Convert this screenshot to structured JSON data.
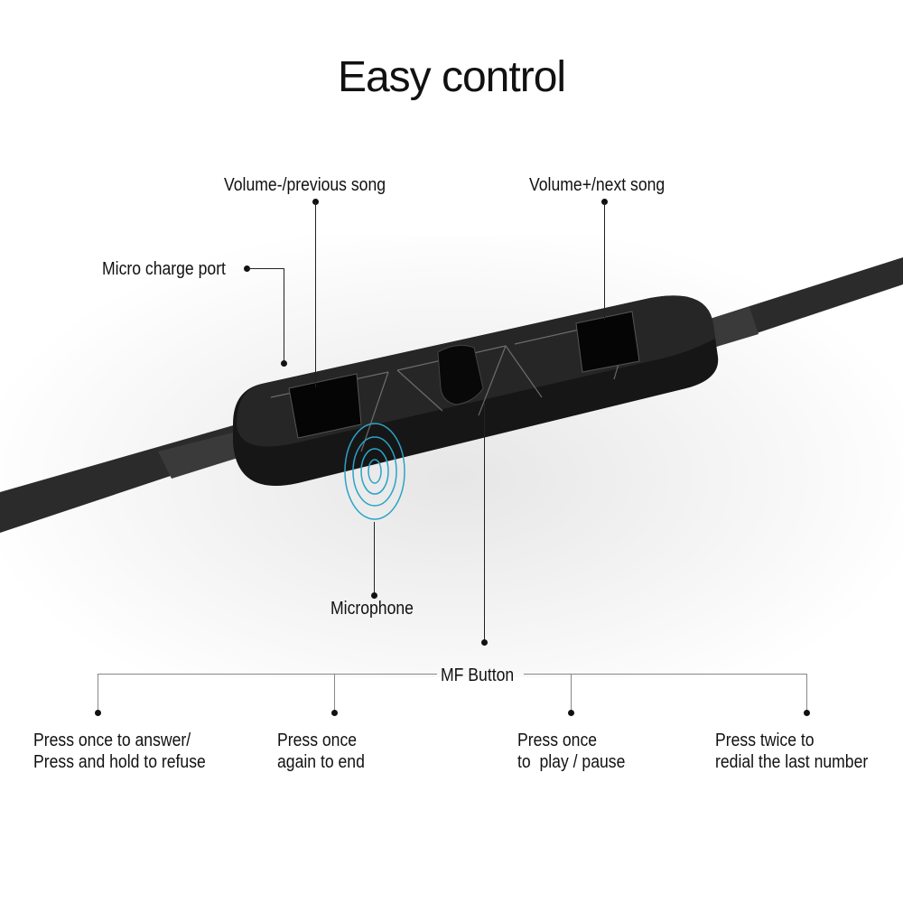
{
  "title": "Easy control",
  "callouts": {
    "volume_down": "Volume-/previous song",
    "volume_up": "Volume+/next song",
    "charge_port": "Micro charge port",
    "microphone": "Microphone",
    "mf_button": "MF Button"
  },
  "mf_functions": [
    {
      "text": "Press once to answer/\nPress and hold to refuse"
    },
    {
      "text": "Press once\nagain to end"
    },
    {
      "text": "Press once\nto  play / pause"
    },
    {
      "text": "Press twice to\nredial the last number"
    }
  ],
  "colors": {
    "device": "#1a1a1a",
    "cable": "#2b2b2b",
    "mic_rings": "#2aa3c8"
  }
}
